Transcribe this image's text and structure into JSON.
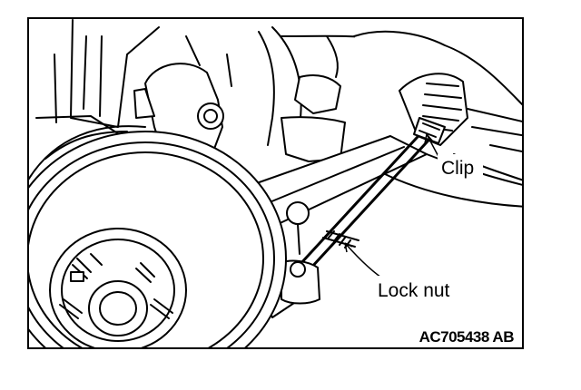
{
  "callouts": {
    "clip": "Clip",
    "lock_nut": "Lock nut"
  },
  "figure_code": "AC705438 AB",
  "colors": {
    "line": "#000000",
    "background": "#ffffff"
  }
}
